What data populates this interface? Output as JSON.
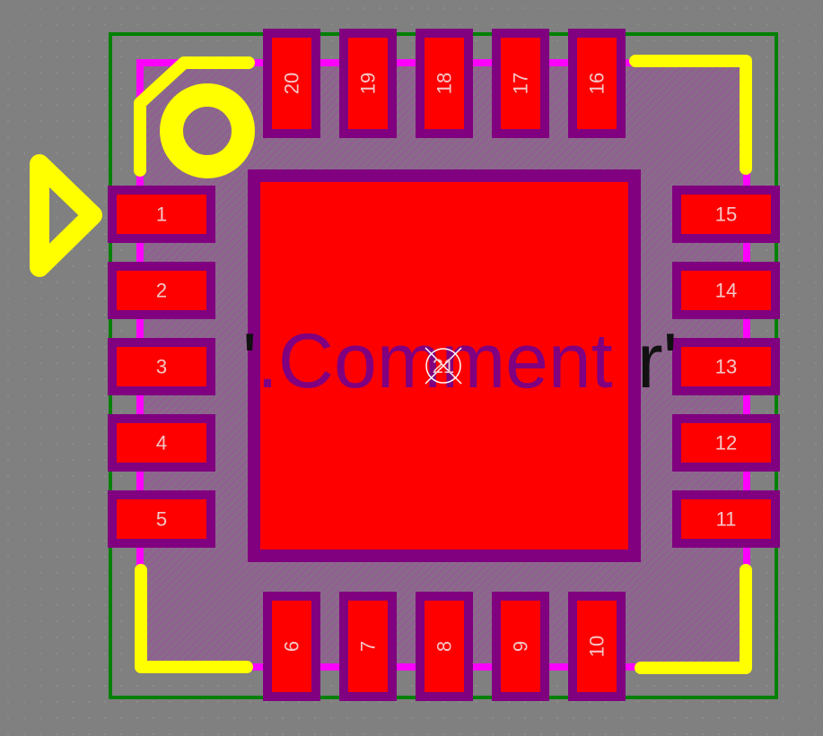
{
  "colors": {
    "background": "#808080",
    "board_outline": "#008000",
    "body_fill": "#8a6a8a",
    "silkscreen": "#ffff00",
    "courtyard": "#ff00ff",
    "pad_copper": "#ff0000",
    "pad_mask": "#800080",
    "pad_label": "#f4c6c6",
    "comment_text": "#800080",
    "comment_shadow": "#111111"
  },
  "icons": {
    "pin1_marker": "triangle-pointer-icon",
    "pin1_dot": "ring-icon",
    "center_mark": "crosshair-icon"
  },
  "component": {
    "comment_text": ".Comment",
    "comment_prefix": "'",
    "comment_suffix": "r'",
    "center_pad": "21",
    "pads_left": [
      "1",
      "2",
      "3",
      "4",
      "5"
    ],
    "pads_bottom": [
      "6",
      "7",
      "8",
      "9",
      "10"
    ],
    "pads_right": [
      "11",
      "12",
      "13",
      "14",
      "15"
    ],
    "pads_top": [
      "16",
      "17",
      "18",
      "19",
      "20"
    ]
  }
}
